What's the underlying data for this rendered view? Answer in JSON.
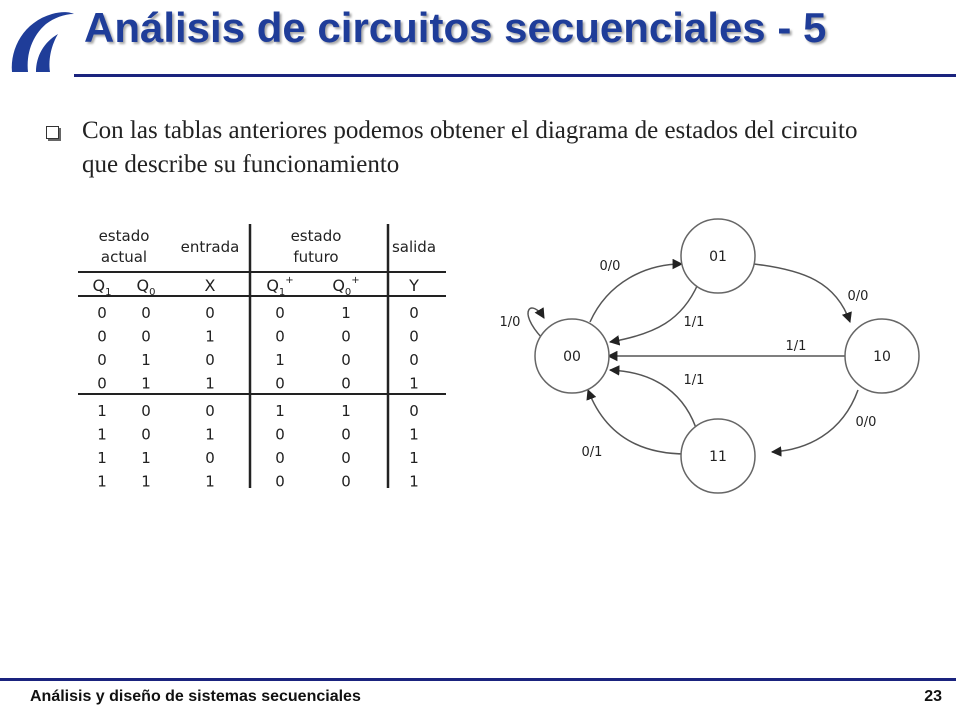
{
  "slide": {
    "title": "Análisis de circuitos secuenciales - 5",
    "bullet": "Con las tablas anteriores podemos obtener el diagrama de estados del circuito que describe su funcionamiento",
    "footer_left": "Análisis y diseño de sistemas secuenciales",
    "page_number": "23",
    "title_color": "#1f3d99",
    "rule_color": "#1a237e",
    "logo_icon": "university-swoosh-logo"
  },
  "table": {
    "group_headers": [
      "estado actual",
      "entrada",
      "estado futuro",
      "salida"
    ],
    "columns": [
      "Q1",
      "Q0",
      "X",
      "Q1+",
      "Q0+",
      "Y"
    ],
    "rows": [
      [
        "0",
        "0",
        "0",
        "0",
        "1",
        "0"
      ],
      [
        "0",
        "0",
        "1",
        "0",
        "0",
        "0"
      ],
      [
        "0",
        "1",
        "0",
        "1",
        "0",
        "0"
      ],
      [
        "0",
        "1",
        "1",
        "0",
        "0",
        "1"
      ],
      [
        "1",
        "0",
        "0",
        "1",
        "1",
        "0"
      ],
      [
        "1",
        "0",
        "1",
        "0",
        "0",
        "1"
      ],
      [
        "1",
        "1",
        "0",
        "0",
        "0",
        "1"
      ],
      [
        "1",
        "1",
        "1",
        "0",
        "0",
        "1"
      ]
    ]
  },
  "diagram": {
    "states": [
      "00",
      "01",
      "10",
      "11"
    ],
    "transitions": [
      {
        "from": "00",
        "to": "00",
        "label": "1/0"
      },
      {
        "from": "00",
        "to": "01",
        "label": "0/0"
      },
      {
        "from": "01",
        "to": "10",
        "label": "0/0"
      },
      {
        "from": "01",
        "to": "00",
        "label": "1/1"
      },
      {
        "from": "10",
        "to": "00",
        "label": "1/1"
      },
      {
        "from": "10",
        "to": "11",
        "label": "0/0"
      },
      {
        "from": "11",
        "to": "00",
        "label": "1/1"
      },
      {
        "from": "11",
        "to": "00",
        "label": "0/1"
      }
    ]
  }
}
